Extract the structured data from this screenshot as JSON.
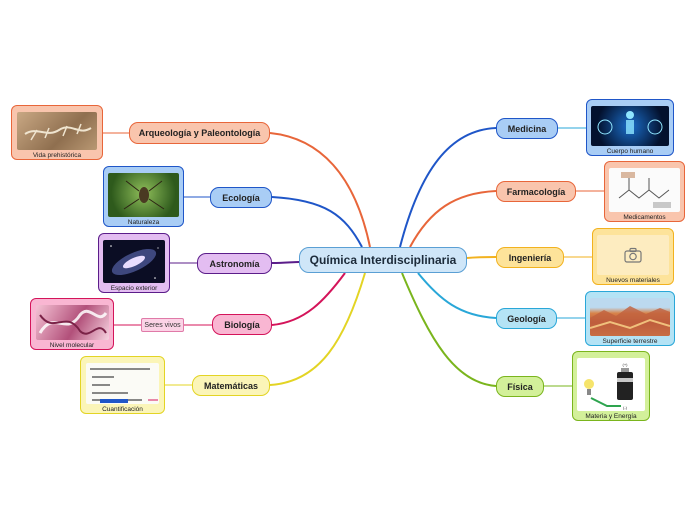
{
  "central": {
    "label": "Química Interdisciplinaria"
  },
  "left_branches": {
    "arqueologia": {
      "label": "Arqueología y Paleontología",
      "caption": "Vida prehistórica"
    },
    "ecologia": {
      "label": "Ecología",
      "caption": "Naturaleza"
    },
    "astronomia": {
      "label": "Astronomía",
      "caption": "Espacio exterior"
    },
    "biologia": {
      "label": "Biología",
      "caption": "Nivel molecular",
      "sub": "Seres vivos"
    },
    "matematicas": {
      "label": "Matemáticas",
      "caption": "Cuantificación"
    }
  },
  "right_branches": {
    "medicina": {
      "label": "Medicina",
      "caption": "Cuerpo humano"
    },
    "farmacologia": {
      "label": "Farmacología",
      "caption": "Medicamentos"
    },
    "ingenieria": {
      "label": "Ingeniería",
      "caption": "Nuevos materiales"
    },
    "geologia": {
      "label": "Geología",
      "caption": "Superficie terrestre"
    },
    "fisica": {
      "label": "Física",
      "caption": "Materia y Energía"
    }
  },
  "colors": {
    "arqueologia": "#e8663a",
    "ecologia": "#1f56c8",
    "astronomia": "#5b1d8a",
    "biologia": "#d4145a",
    "matematicas": "#e3d424",
    "medicina": "#1f56c8",
    "farmacologia": "#e8663a",
    "ingenieria": "#f2b21f",
    "geologia": "#29a7d8",
    "fisica": "#7ab51d"
  },
  "icons": {
    "ingenieria": "camera-icon",
    "fisica": "battery-circuit-icon"
  }
}
